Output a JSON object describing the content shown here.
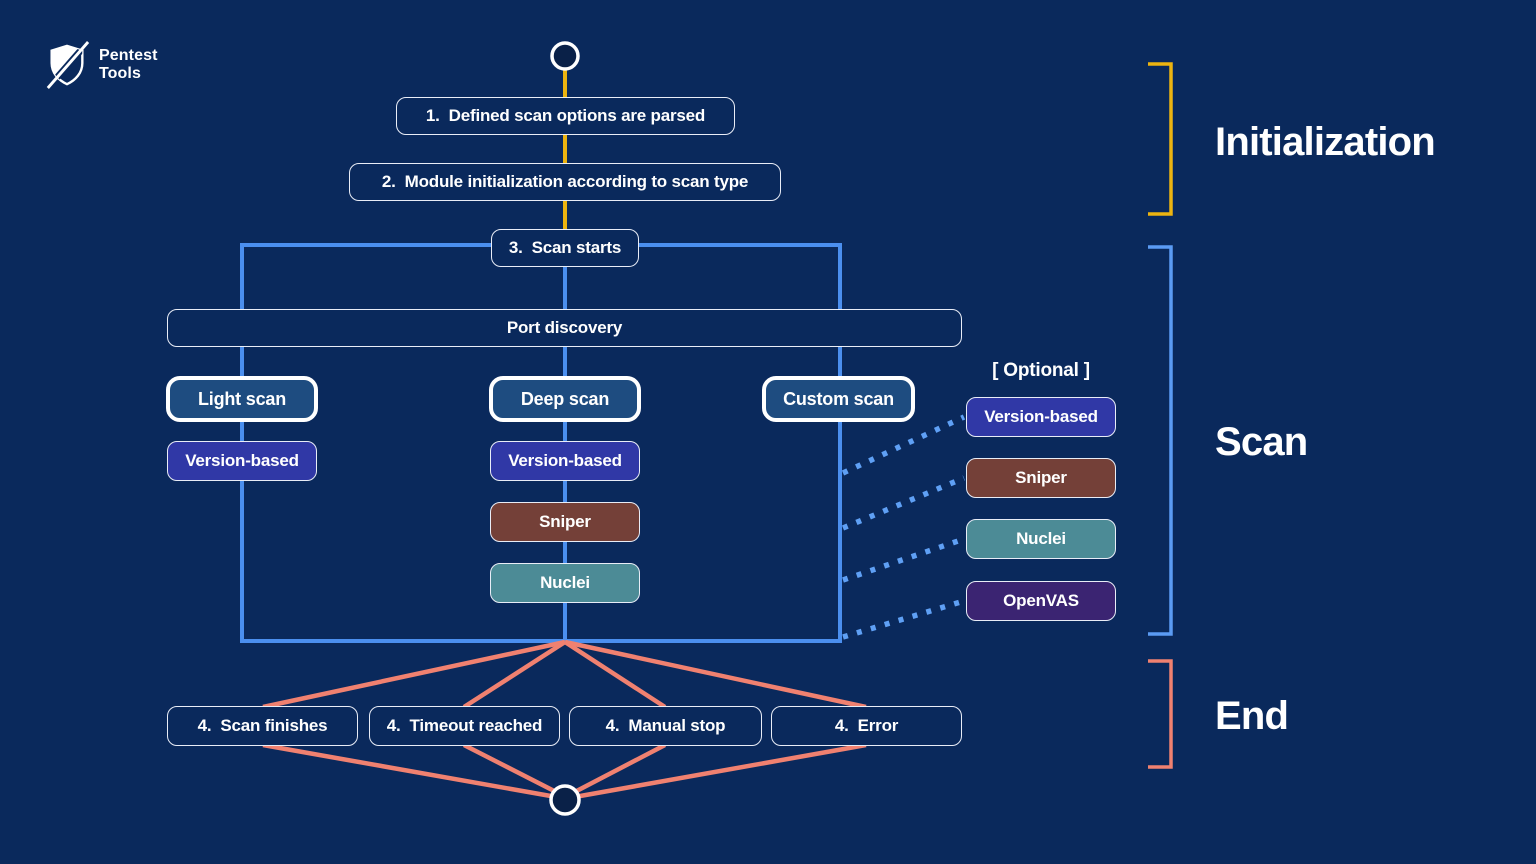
{
  "brand": {
    "line1": "Pentest",
    "line2": "Tools"
  },
  "init_steps": [
    {
      "num": "1.",
      "text": "Defined scan options are parsed"
    },
    {
      "num": "2.",
      "text": "Module initialization according to scan type"
    },
    {
      "num": "3.",
      "text": "Scan starts"
    }
  ],
  "scan": {
    "port_discovery": "Port discovery",
    "types": [
      {
        "label": "Light scan"
      },
      {
        "label": "Deep scan"
      },
      {
        "label": "Custom scan"
      }
    ],
    "light_modules": [
      {
        "label": "Version-based"
      }
    ],
    "deep_modules": [
      {
        "label": "Version-based"
      },
      {
        "label": "Sniper"
      },
      {
        "label": "Nuclei"
      }
    ],
    "optional": {
      "label": "[ Optional ]",
      "modules": [
        {
          "label": "Version-based"
        },
        {
          "label": "Sniper"
        },
        {
          "label": "Nuclei"
        },
        {
          "label": "OpenVAS"
        }
      ]
    }
  },
  "end_steps": [
    {
      "num": "4.",
      "text": "Scan finishes"
    },
    {
      "num": "4.",
      "text": "Timeout reached"
    },
    {
      "num": "4.",
      "text": "Manual stop"
    },
    {
      "num": "4.",
      "text": "Error"
    }
  ],
  "phases": [
    {
      "label": "Initialization",
      "color": "#EDB410"
    },
    {
      "label": "Scan",
      "color": "#5B9BF3"
    },
    {
      "label": "End",
      "color": "#F08170"
    }
  ],
  "colors": {
    "background": "#0A295C",
    "line_yellow": "#EDB410",
    "line_blue": "#4B8FEF",
    "dotted_blue": "#5FA0F5",
    "line_coral": "#F08170",
    "node_fill": "#0A2148",
    "box_scan_type": "#1E4C80",
    "module_version_based": "#3038A6",
    "module_sniper": "#744038",
    "module_nuclei": "#4C8B96",
    "module_openvas": "#3B2472",
    "text": "#FFFFFF"
  }
}
